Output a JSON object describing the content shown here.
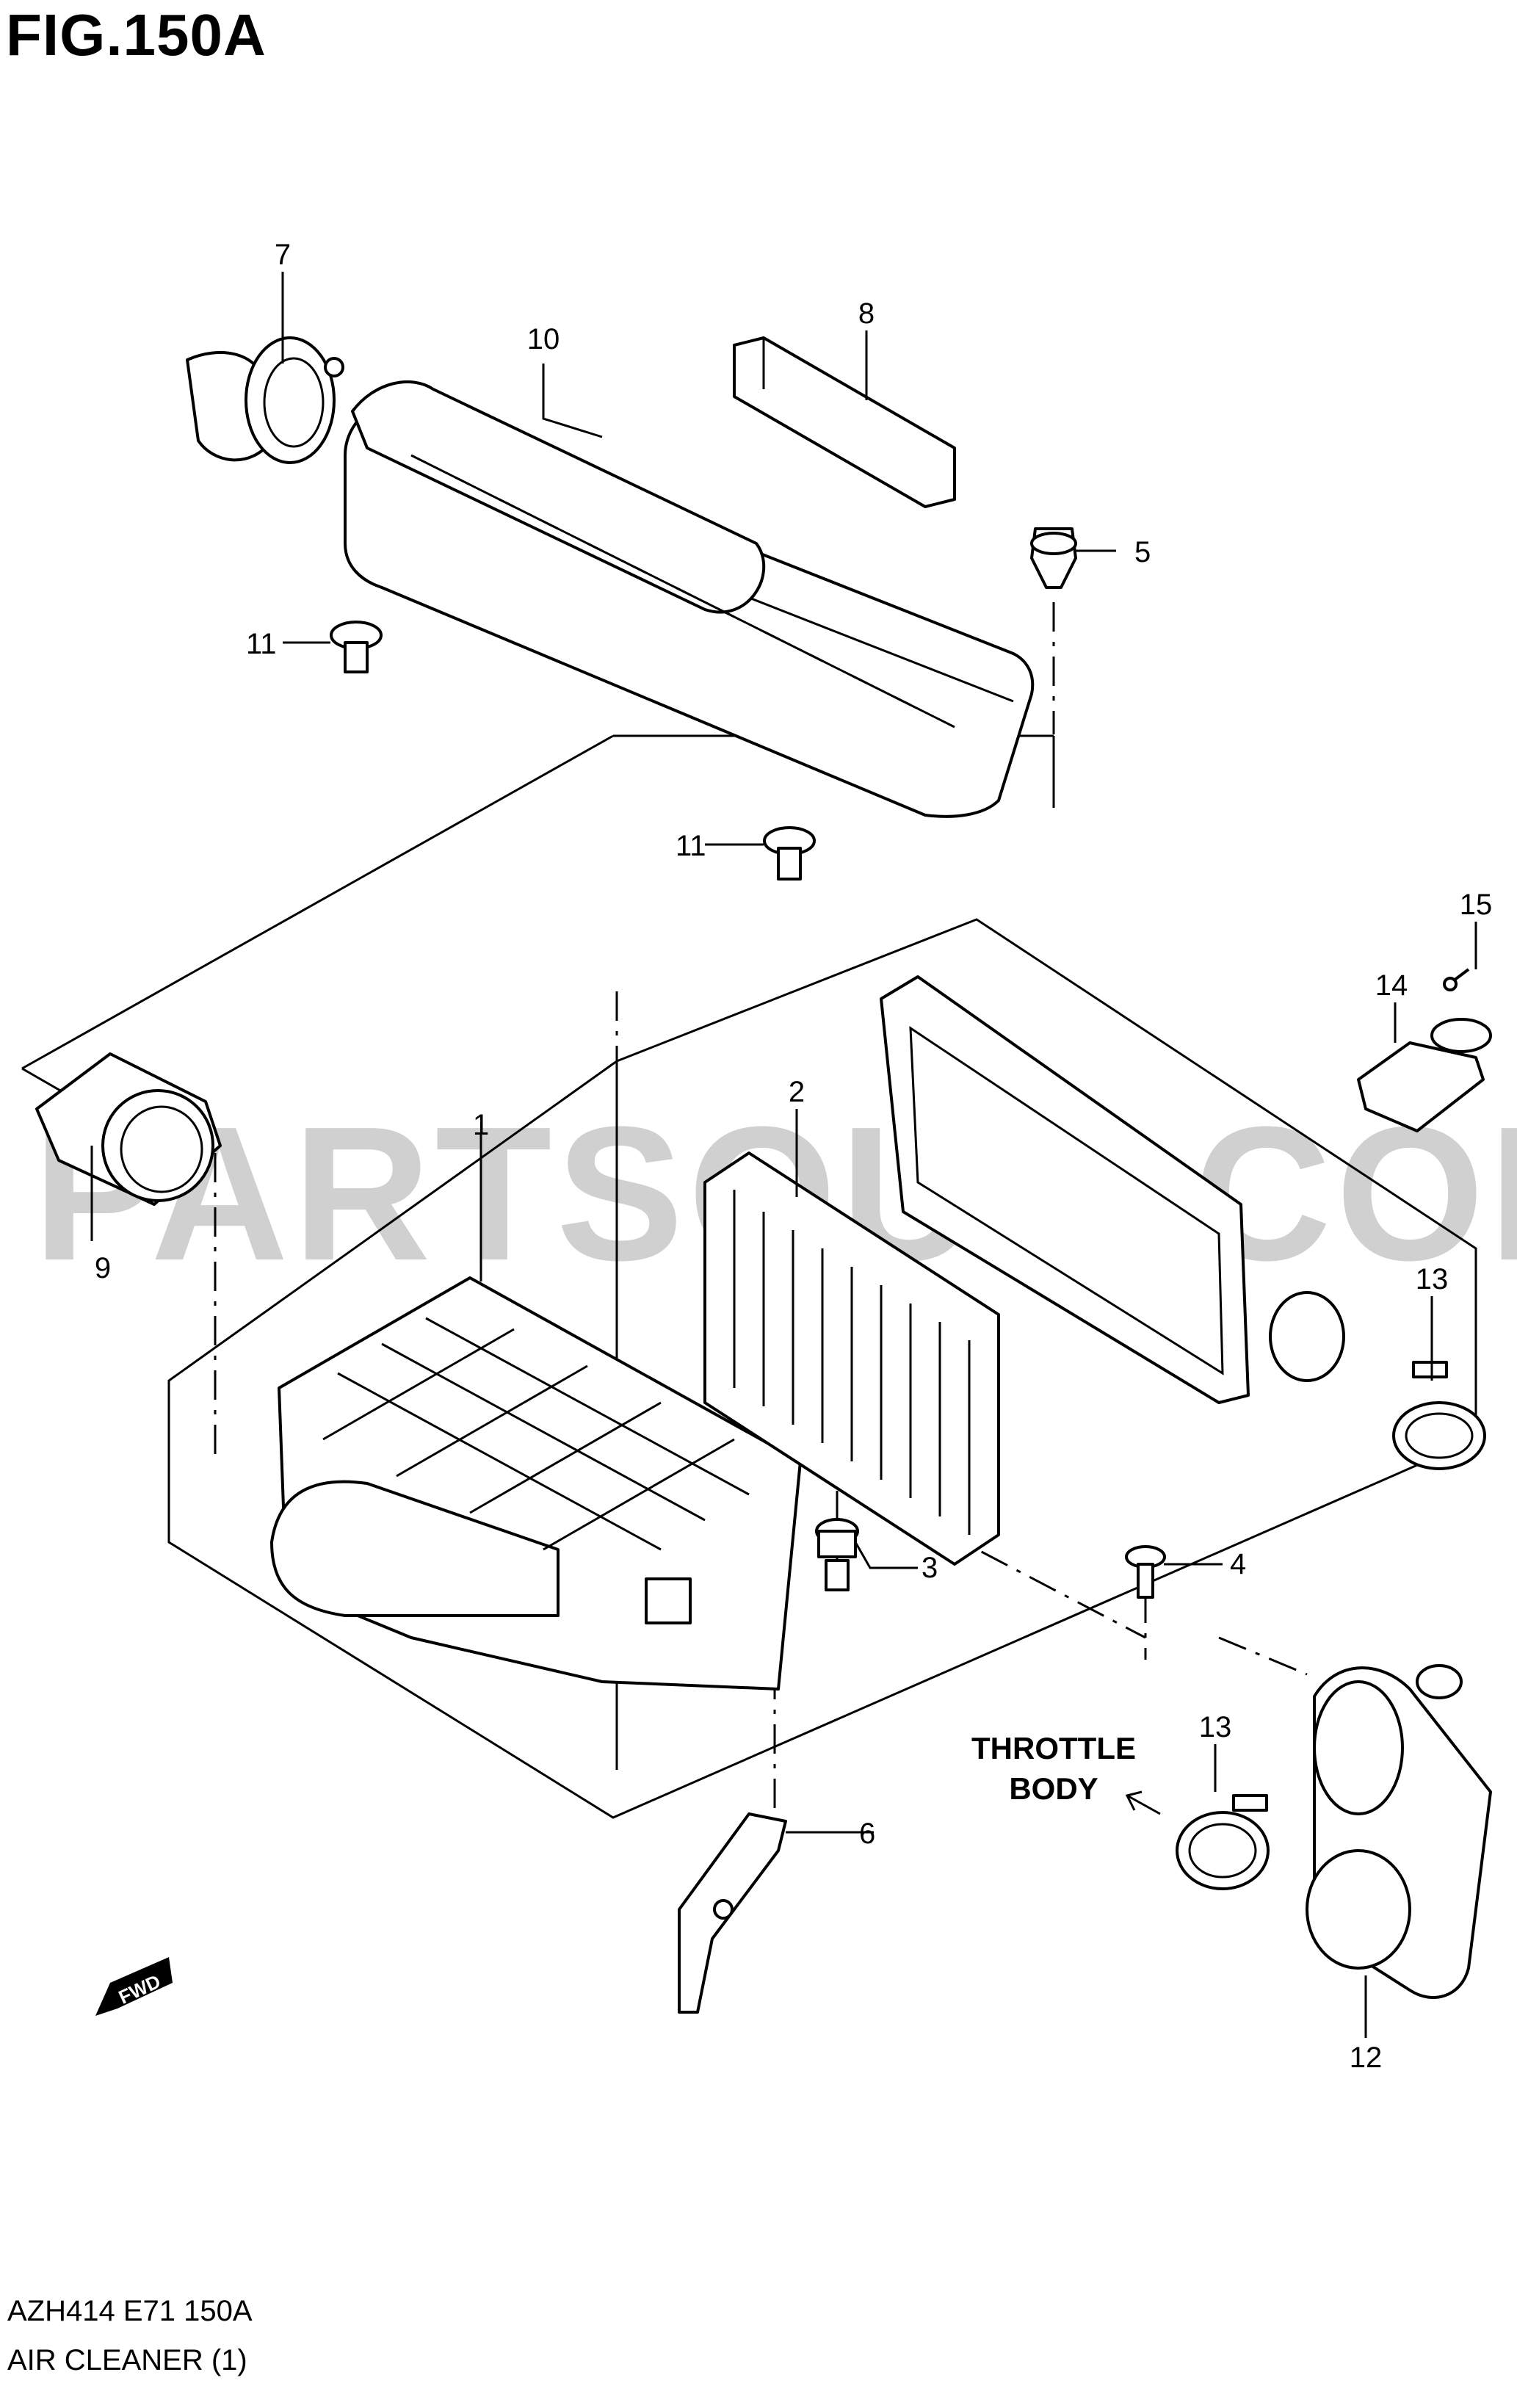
{
  "figure": {
    "title": "FIG.150A",
    "code": "AZH414 E71 150A",
    "caption": "AIR CLEANER (1)"
  },
  "watermark": "PARTSOUQ.COM",
  "direction_marker": "FWD",
  "destination_label": [
    "THROTTLE",
    "BODY"
  ],
  "callouts": [
    "1",
    "2",
    "3",
    "4",
    "5",
    "6",
    "7",
    "8",
    "9",
    "10",
    "11",
    "11",
    "12",
    "13",
    "13",
    "14",
    "15"
  ]
}
